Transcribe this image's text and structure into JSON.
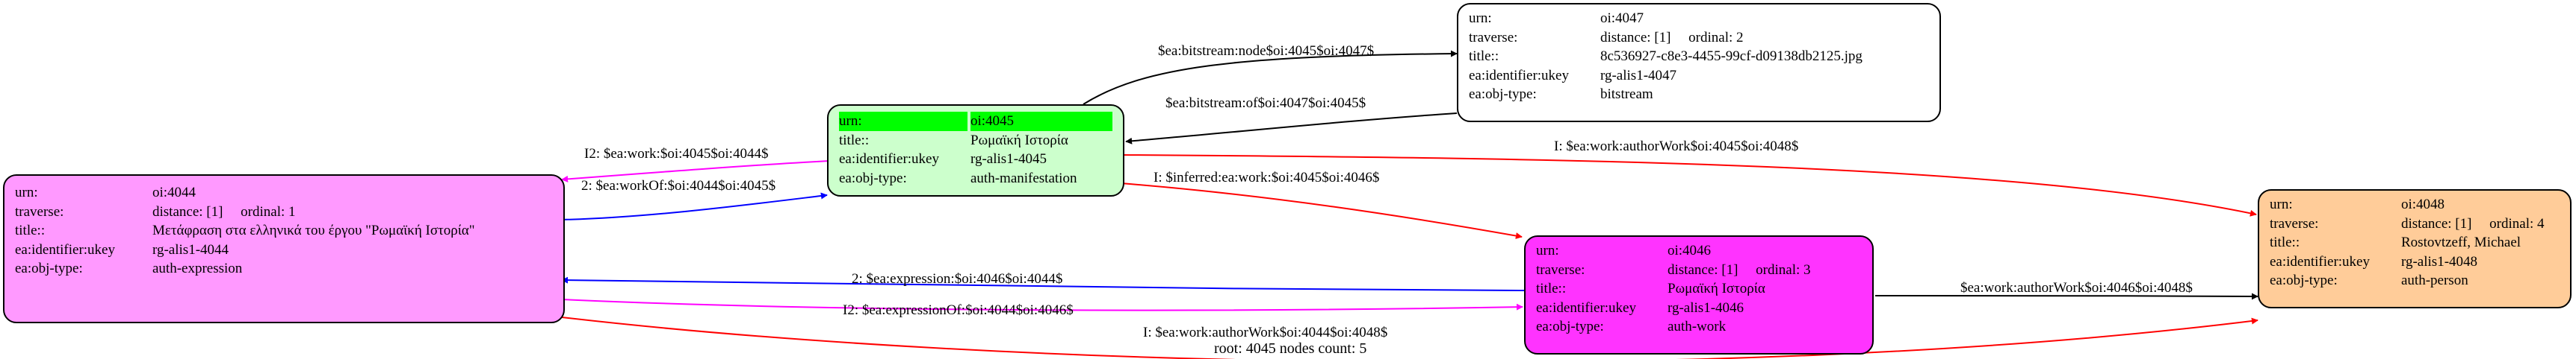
{
  "nodes": {
    "n4044": {
      "color": "#ff99ff",
      "rows": [
        {
          "k": "urn:",
          "v": "oi:4044"
        },
        {
          "k": "traverse:",
          "v": "distance: [1]     ordinal: 1"
        },
        {
          "k": "title::",
          "v": "Μετάφραση στα ελληνικά του έργου \"Ρωμαϊκή Ιστορία\""
        },
        {
          "k": "ea:identifier:ukey",
          "v": "rg-alis1-4044"
        },
        {
          "k": "ea:obj-type:",
          "v": "auth-expression"
        }
      ]
    },
    "n4045": {
      "color": "#ccffcc",
      "highlight": "#00ff00",
      "rows": [
        {
          "k": "urn:",
          "v": "oi:4045"
        },
        {
          "k": "title::",
          "v": "Ρωμαϊκή Ιστορία"
        },
        {
          "k": "ea:identifier:ukey",
          "v": "rg-alis1-4045"
        },
        {
          "k": "ea:obj-type:",
          "v": "auth-manifestation"
        }
      ]
    },
    "n4047": {
      "color": "#ffffff",
      "rows": [
        {
          "k": "urn:",
          "v": "oi:4047"
        },
        {
          "k": "traverse:",
          "v": "distance: [1]     ordinal: 2"
        },
        {
          "k": "title::",
          "v": "8c536927-c8e3-4455-99cf-d09138db2125.jpg"
        },
        {
          "k": "ea:identifier:ukey",
          "v": "rg-alis1-4047"
        },
        {
          "k": "ea:obj-type:",
          "v": "bitstream"
        }
      ]
    },
    "n4046": {
      "color": "#ff33ff",
      "rows": [
        {
          "k": "urn:",
          "v": "oi:4046"
        },
        {
          "k": "traverse:",
          "v": "distance: [1]     ordinal: 3"
        },
        {
          "k": "title::",
          "v": "Ρωμαϊκή Ιστορία"
        },
        {
          "k": "ea:identifier:ukey",
          "v": "rg-alis1-4046"
        },
        {
          "k": "ea:obj-type:",
          "v": "auth-work"
        }
      ]
    },
    "n4048": {
      "color": "#ffcc99",
      "rows": [
        {
          "k": "urn:",
          "v": "oi:4048"
        },
        {
          "k": "traverse:",
          "v": "distance: [1]     ordinal: 4"
        },
        {
          "k": "title::",
          "v": "Rostovtzeff, Michael"
        },
        {
          "k": "ea:identifier:ukey",
          "v": "rg-alis1-4048"
        },
        {
          "k": "ea:obj-type:",
          "v": "auth-person"
        }
      ]
    }
  },
  "edges": [
    {
      "label": "$ea:bitstream:node$oi:4045$oi:4047$",
      "color": "#000000"
    },
    {
      "label": "$ea:bitstream:of$oi:4047$oi:4045$",
      "color": "#000000"
    },
    {
      "label": "I2: $ea:work:$oi:4045$oi:4044$",
      "color": "#ff00ff"
    },
    {
      "label": "2: $ea:workOf:$oi:4044$oi:4045$",
      "color": "#0000ff"
    },
    {
      "label": "I: $ea:work:authorWork$oi:4045$oi:4048$",
      "color": "#ff0000"
    },
    {
      "label": "I: $inferred:ea:work:$oi:4045$oi:4046$",
      "color": "#ff0000"
    },
    {
      "label": "2: $ea:expression:$oi:4046$oi:4044$",
      "color": "#0000ff"
    },
    {
      "label": "I2: $ea:expressionOf:$oi:4044$oi:4046$",
      "color": "#ff00ff"
    },
    {
      "label": "$ea:work:authorWork$oi:4046$oi:4048$",
      "color": "#000000"
    },
    {
      "label": "I: $ea:work:authorWork$oi:4044$oi:4048$",
      "color": "#ff0000"
    }
  ],
  "footer": "root: 4045 nodes count: 5"
}
